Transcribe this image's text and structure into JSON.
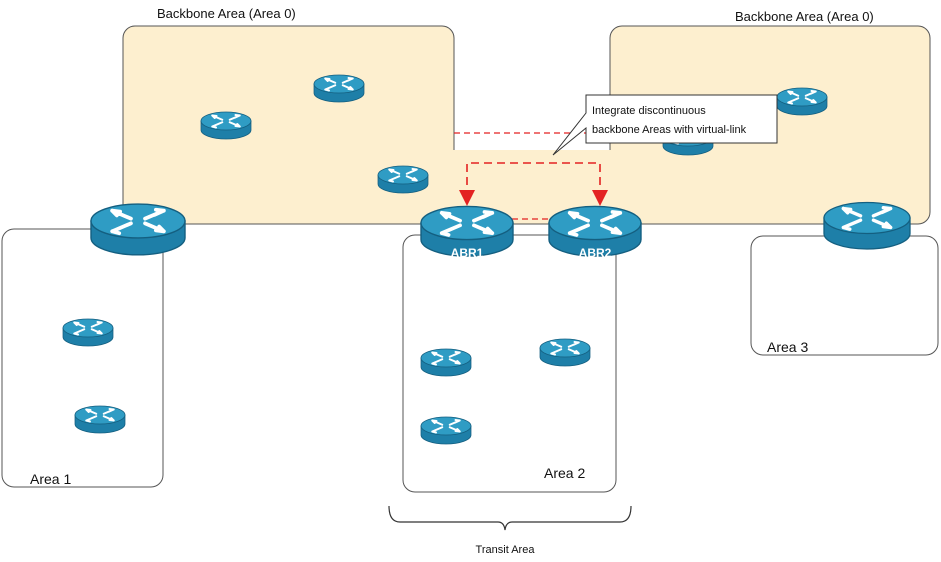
{
  "areas": {
    "backbone_left": "Backbone Area (Area 0)",
    "backbone_right": "Backbone Area (Area 0)",
    "area1": "Area 1",
    "area2": "Area 2",
    "area3": "Area 3"
  },
  "routers": {
    "abr1": "ABR1",
    "abr2": "ABR2"
  },
  "callout": {
    "line1": "Integrate discontinuous",
    "line2": "backbone Areas with virtual-link"
  },
  "brace_label": "Transit Area",
  "colors": {
    "backbone_fill": "#fdefcf",
    "router_top": "#2f9cc4",
    "router_body": "#1e7fa8",
    "router_edge": "#145f80",
    "virtual_link": "#e32222"
  },
  "icons": {
    "router": "router-icon"
  }
}
